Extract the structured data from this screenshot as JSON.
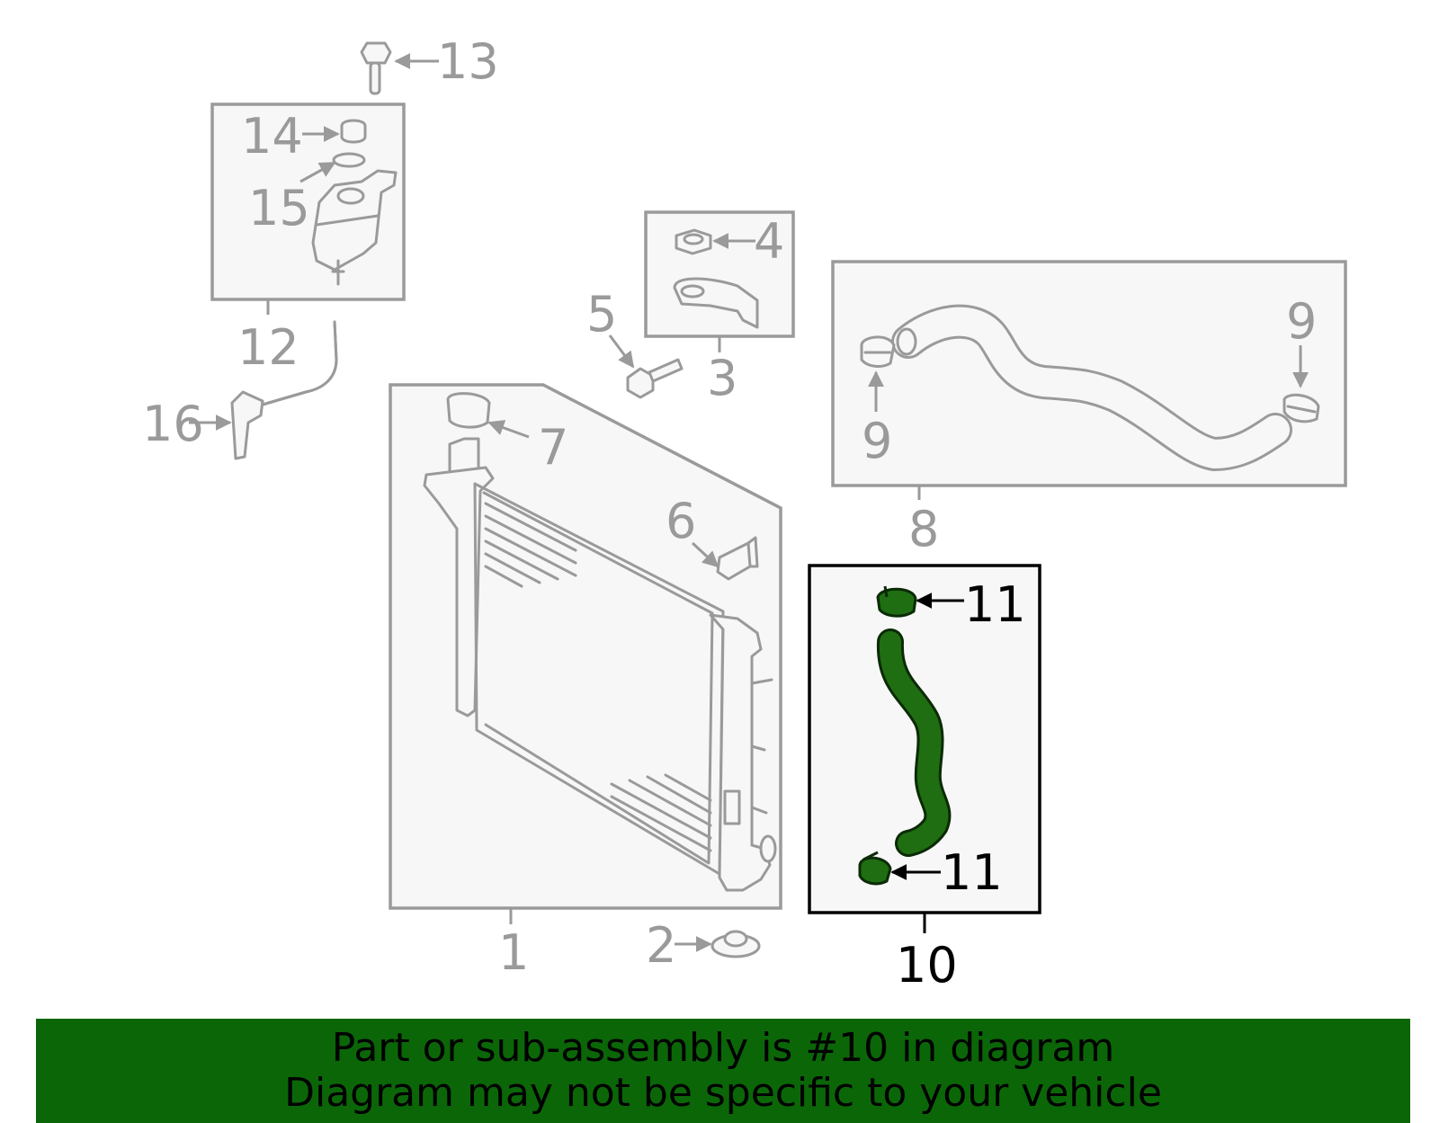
{
  "labels": {
    "l1": "1",
    "l2": "2",
    "l3": "3",
    "l4": "4",
    "l5": "5",
    "l6": "6",
    "l7": "7",
    "l8": "8",
    "l9a": "9",
    "l9b": "9",
    "l10": "10",
    "l11a": "11",
    "l11b": "11",
    "l12": "12",
    "l13": "13",
    "l14": "14",
    "l15": "15",
    "l16": "16"
  },
  "highlight": {
    "part": "10",
    "color": "#1f6e12"
  },
  "banner": {
    "line1": "Part or sub-assembly is #10 in diagram",
    "line2": "Diagram may not be specific to your vehicle",
    "background": "#0b6608"
  }
}
